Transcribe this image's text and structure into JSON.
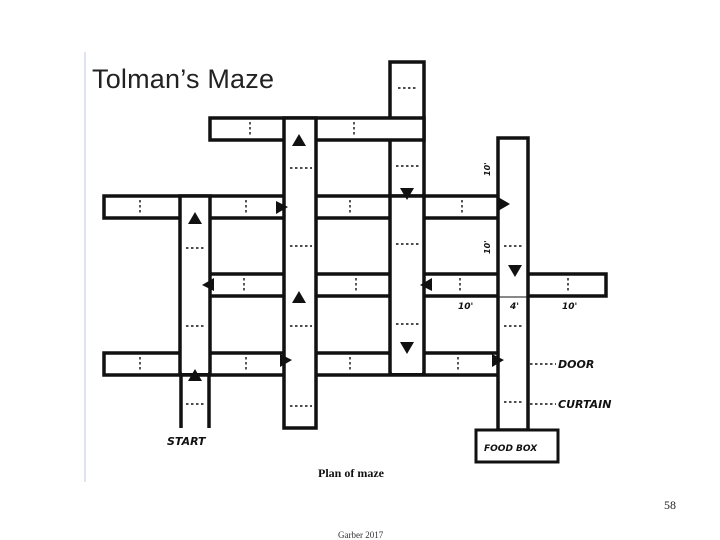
{
  "title": "Tolman’s Maze",
  "caption": "Plan of maze",
  "labels": {
    "start": "START",
    "door": "DOOR",
    "curtain": "CURTAIN",
    "food_box": "FOOD BOX",
    "dim_ten_a": "10'",
    "dim_four": "4'",
    "dim_ten_b": "10'",
    "dim_vert_a": "10'",
    "dim_vert_b": "10'"
  },
  "page_number": "58",
  "footer": "Garber 2017"
}
